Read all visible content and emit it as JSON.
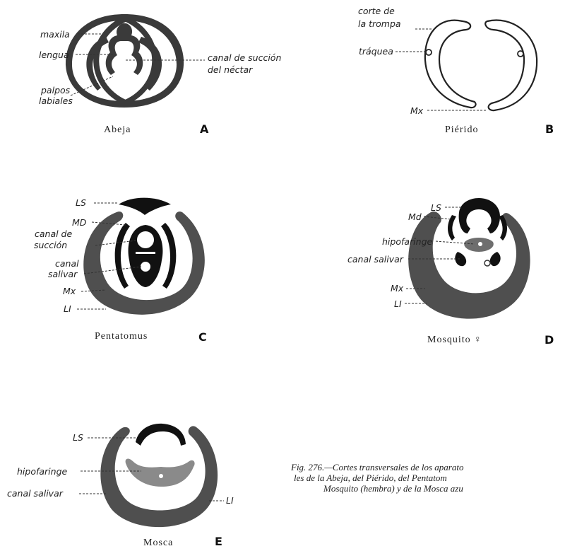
{
  "figure": {
    "caption_line1": "Fig. 276.—Cortes transversales de los aparato",
    "caption_line2": "les de la Abeja, del Piérido, del Pentatom",
    "caption_line3": "Mosquito (hembra) y de la Mosca azu"
  },
  "panels": {
    "a": {
      "letter": "A",
      "name": "Abeja",
      "labels": {
        "maxila": "maxila",
        "lengua": "lengua",
        "canal1": "canal de succión",
        "canal2": "del néctar",
        "palpos1": "palpos",
        "palpos2": "labiales"
      }
    },
    "b": {
      "letter": "B",
      "name": "Piérido",
      "labels": {
        "corte1": "corte de",
        "corte2": "la trompa",
        "traquea": "tráquea",
        "mx": "Mx"
      }
    },
    "c": {
      "letter": "C",
      "name": "Pentatomus",
      "labels": {
        "ls": "LS",
        "md": "MD",
        "canal1": "canal de",
        "canal2": "succión",
        "salivar1": "canal",
        "salivar2": "salivar",
        "mx": "Mx",
        "li": "LI"
      }
    },
    "d": {
      "letter": "D",
      "name": "Mosquito ♀",
      "labels": {
        "ls": "LS",
        "md": "Md",
        "hipo": "hipofaringe",
        "salivar": "canal salivar",
        "mx": "Mx",
        "li": "LI"
      }
    },
    "e": {
      "letter": "E",
      "name": "Mosca",
      "labels": {
        "ls": "LS",
        "hipo": "hipofaringe",
        "salivar": "canal salivar",
        "li": "LI"
      }
    }
  }
}
